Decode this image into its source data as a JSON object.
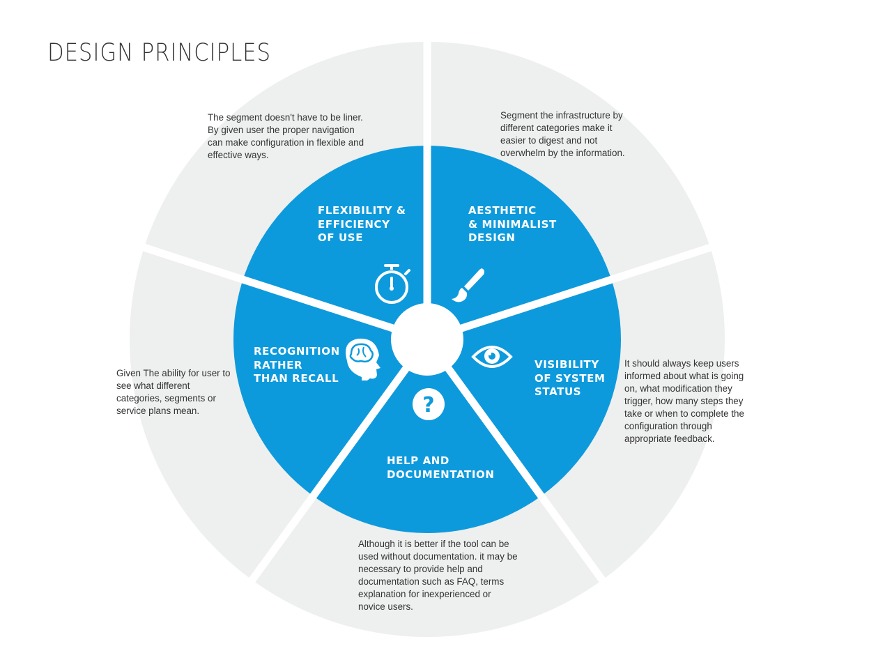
{
  "title": "DESIGN PRINCIPLES",
  "colors": {
    "outer": "#eeefef",
    "inner": "#0d9add",
    "gap": "#ffffff",
    "text": "#333333"
  },
  "segments": [
    {
      "id": "flex",
      "label_lines": [
        "FLEXIBILITY &",
        "EFFICIENCY",
        "OF USE"
      ],
      "icon": "stopwatch-icon",
      "description": "The segment doesn't have to be liner. By given user the proper navigation can make configuration in flexible and effective ways."
    },
    {
      "id": "aesthetic",
      "label_lines": [
        "AESTHETIC",
        "& MINIMALIST",
        "DESIGN"
      ],
      "icon": "paintbrush-icon",
      "description": "Segment the infrastructure by different categories make it easier to digest and not overwhelm by the information."
    },
    {
      "id": "visibility",
      "label_lines": [
        "VISIBILITY",
        "OF SYSTEM",
        "STATUS"
      ],
      "icon": "eye-icon",
      "description": "It should always keep users informed about what is going on, what modification they trigger, how many steps they take or when to complete the configuration through appropriate feedback."
    },
    {
      "id": "help",
      "label_lines": [
        "HELP AND",
        "DOCUMENTATION"
      ],
      "icon": "question-icon",
      "description": "Although it is better if the tool can be used without documentation. it may be necessary to provide help and documentation such as FAQ, terms explanation for inexperienced or novice users."
    },
    {
      "id": "recognition",
      "label_lines": [
        "RECOGNITION",
        "RATHER",
        "THAN RECALL"
      ],
      "icon": "head-icon",
      "description": "Given The ability for user to see what different categories, segments or service plans mean."
    }
  ]
}
